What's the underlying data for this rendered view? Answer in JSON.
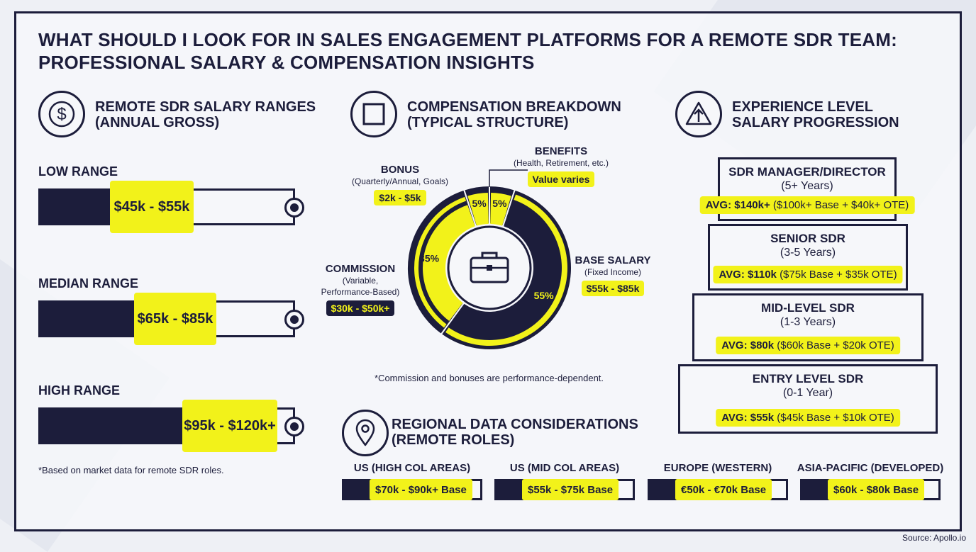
{
  "title_line1": "WHAT SHOULD I LOOK FOR IN SALES ENGAGEMENT PLATFORMS FOR A REMOTE SDR TEAM:",
  "title_line2": "PROFESSIONAL SALARY & COMPENSATION INSIGHTS",
  "colors": {
    "navy": "#1c1d3b",
    "yellow": "#f2f21a",
    "background": "#eef0f5"
  },
  "icons": {
    "salary": "dollar-circle-icon",
    "breakdown": "square-icon",
    "progression": "up-arrow-triangle-icon",
    "regional": "map-pin-icon",
    "center": "briefcase-icon"
  },
  "chart_data": [
    {
      "type": "bar",
      "title": "REMOTE SDR SALARY RANGES",
      "subtitle": "(ANNUAL GROSS)",
      "categories": [
        "LOW RANGE",
        "MEDIAN RANGE",
        "HIGH RANGE"
      ],
      "values": [
        [
          45,
          55
        ],
        [
          65,
          85
        ],
        [
          95,
          120
        ]
      ],
      "value_labels": [
        "$45k - $55k",
        "$65k - $85k",
        "$95k - $120k+"
      ],
      "footnote": "*Based on market data for remote SDR roles."
    },
    {
      "type": "pie",
      "title": "COMPENSATION BREAKDOWN",
      "subtitle": "(TYPICAL STRUCTURE)",
      "slices": [
        {
          "name": "BASE SALARY",
          "note": "(Fixed Income)",
          "value": 55,
          "label": "55%",
          "range": "$55k - $85k"
        },
        {
          "name": "COMMISSION",
          "note_line1": "(Variable,",
          "note_line2": "Performance-Based)",
          "value": 35,
          "label": "35%",
          "range": "$30k - $50k+"
        },
        {
          "name": "BONUS",
          "note": "(Quarterly/Annual, Goals)",
          "value": 5,
          "label": "5%",
          "range": "$2k - $5k"
        },
        {
          "name": "BENEFITS",
          "note": "(Health, Retirement, etc.)",
          "value": 5,
          "label": "5%",
          "range": "Value varies"
        }
      ],
      "footnote": "*Commission and bonuses are performance-dependent."
    },
    {
      "type": "table",
      "title": "EXPERIENCE LEVEL",
      "subtitle": "SALARY PROGRESSION",
      "rows": [
        {
          "level": "SDR MANAGER/DIRECTOR",
          "years": "(5+ Years)",
          "avg": "AVG: $140k+",
          "detail": "($100k+ Base + $40k+ OTE)"
        },
        {
          "level": "SENIOR SDR",
          "years": "(3-5 Years)",
          "avg": "AVG: $110k",
          "detail": "($75k Base + $35k OTE)"
        },
        {
          "level": "MID-LEVEL SDR",
          "years": "(1-3 Years)",
          "avg": "AVG: $80k",
          "detail": "($60k Base + $20k OTE)"
        },
        {
          "level": "ENTRY LEVEL SDR",
          "years": "(0-1 Year)",
          "avg": "AVG: $55k",
          "detail": "($45k Base + $10k OTE)"
        }
      ]
    },
    {
      "type": "table",
      "title": "REGIONAL DATA CONSIDERATIONS",
      "subtitle": "(REMOTE ROLES)",
      "rows": [
        {
          "region": "US (HIGH COL AREAS)",
          "range": "$70k - $90k+ Base"
        },
        {
          "region": "US (MID COL AREAS)",
          "range": "$55k - $75k Base"
        },
        {
          "region": "EUROPE (WESTERN)",
          "range": "€50k - €70k Base"
        },
        {
          "region": "ASIA-PACIFIC (DEVELOPED)",
          "range": "$60k - $80k Base"
        }
      ]
    }
  ],
  "source": "Source: Apollo.io"
}
